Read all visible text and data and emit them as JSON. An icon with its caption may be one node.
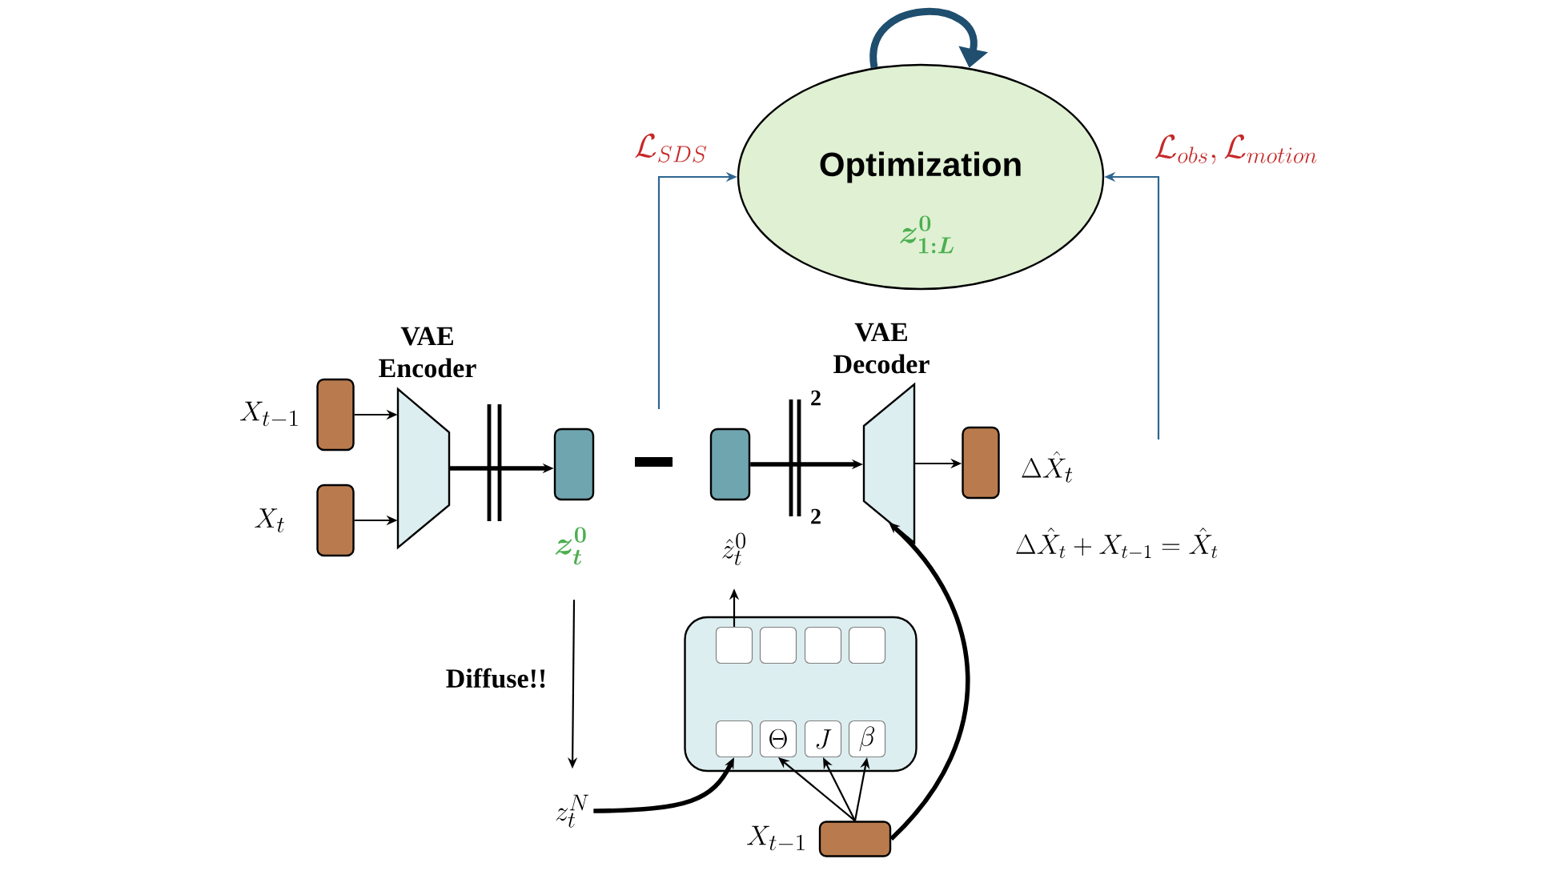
{
  "diagram": {
    "nodes": [
      {
        "text": [
          "Optimization",
          "z^{0}_{1:L}"
        ]
      },
      {
        "text": [],
        "shape": "box",
        "beside": [
          "X_{t-1}"
        ]
      },
      {
        "text": [],
        "shape": "box",
        "beside": [
          "X_t"
        ]
      },
      {
        "text": [
          "VAE Encoder"
        ]
      },
      {
        "text": [],
        "shape": "box",
        "beside": [
          "z^{0}_{t}"
        ]
      },
      {
        "text": [],
        "shape": "box",
        "beside": [
          "\\hat{z}^{0}_{t}"
        ]
      },
      {
        "text": [
          "VAE Decoder"
        ]
      },
      {
        "text": [],
        "shape": "box",
        "beside": [
          "\\Delta\\hat{X}_t"
        ]
      },
      {
        "text": [],
        "shape": "box"
      },
      {
        "text": [],
        "shape": "box",
        "in": 8
      },
      {
        "text": [],
        "shape": "box",
        "in": 8
      },
      {
        "text": [],
        "shape": "box",
        "in": 8
      },
      {
        "text": [],
        "shape": "box",
        "in": 8
      },
      {
        "text": [],
        "shape": "box",
        "in": 8
      },
      {
        "text": [
          "\\Theta"
        ],
        "in": 8
      },
      {
        "text": [
          "J"
        ],
        "in": 8
      },
      {
        "text": [
          "\\beta"
        ],
        "in": 8
      },
      {
        "text": [
          "z^{N}_{t}"
        ]
      },
      {
        "text": [],
        "shape": "box",
        "beside": [
          "X_{t-1}"
        ]
      }
    ],
    "edges": [
      {
        "from": 1,
        "to": 3,
        "arrow": "to"
      },
      {
        "from": 2,
        "to": 3,
        "arrow": "to"
      },
      {
        "from": 3,
        "to": 4,
        "arrow": "to",
        "style": "thick"
      },
      {
        "from": 5,
        "to": 6,
        "arrow": "to",
        "style": "thick"
      },
      {
        "from": 6,
        "to": 7,
        "arrow": "to"
      },
      {
        "from": 4,
        "to": 17,
        "arrow": "to",
        "label": "Diffuse!!"
      },
      {
        "from": 17,
        "to": 13,
        "arrow": "to",
        "style": "thick"
      },
      {
        "from": 18,
        "to": 14,
        "arrow": "to"
      },
      {
        "from": 18,
        "to": 15,
        "arrow": "to"
      },
      {
        "from": 18,
        "to": 16,
        "arrow": "to"
      },
      {
        "from": 18,
        "to": 6,
        "arrow": "to",
        "style": "thick"
      },
      {
        "from": 9,
        "to": 5,
        "arrow": "to"
      },
      {
        "from": null,
        "to": 0,
        "arrow": "to",
        "color": "#2f6690",
        "label": "\\mathcal{L}_{SDS}"
      },
      {
        "from": null,
        "to": 0,
        "arrow": "to",
        "color": "#2f6690",
        "label": "\\mathcal{L}_{obs}, \\mathcal{L}_{motion}"
      },
      {
        "from": 0,
        "to": 0,
        "arrow": "to",
        "style": "thick",
        "color": "#1f4e6e"
      }
    ],
    "labels": [
      "2",
      "2",
      "\\Delta\\hat{X}_t + X_{t-1} = \\hat{X}_t"
    ]
  }
}
